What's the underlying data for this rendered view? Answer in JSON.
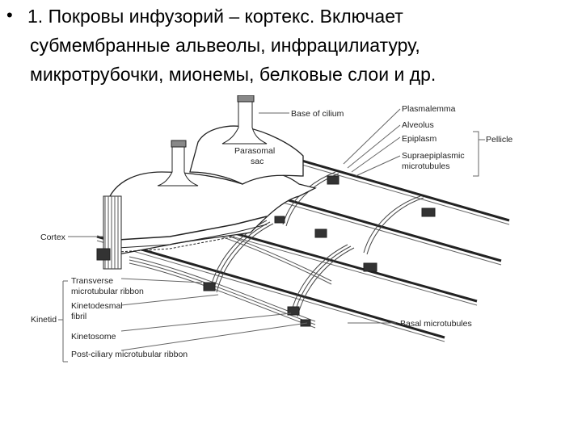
{
  "slide": {
    "bullet_lines": [
      "1. Покровы инфузорий – кортекс. Включает",
      "субмембранные альвеолы, инфрацилиатуру,",
      "микротрубочки, мионемы, белковые слои и др."
    ]
  },
  "figure": {
    "labels": {
      "base_of_cilium": "Base of cilium",
      "plasmalemma": "Plasmalemma",
      "alveolus": "Alveolus",
      "epiplasm": "Epiplasm",
      "supraepiplasmic_1": "Supraepiplasmic",
      "supraepiplasmic_2": "microtubules",
      "pellicle": "Pellicle",
      "parasomal_1": "Parasomal",
      "parasomal_2": "sac",
      "cortex": "Cortex",
      "transverse_1": "Transverse",
      "transverse_2": "microtubular ribbon",
      "kinetodesmal_1": "Kinetodesmal",
      "kinetodesmal_2": "fibril",
      "kinetosome": "Kinetosome",
      "postciliary": "Post-ciliary microtubular ribbon",
      "kinetid": "Kinetid",
      "basal_microtubules": "Basal microtubules"
    }
  }
}
